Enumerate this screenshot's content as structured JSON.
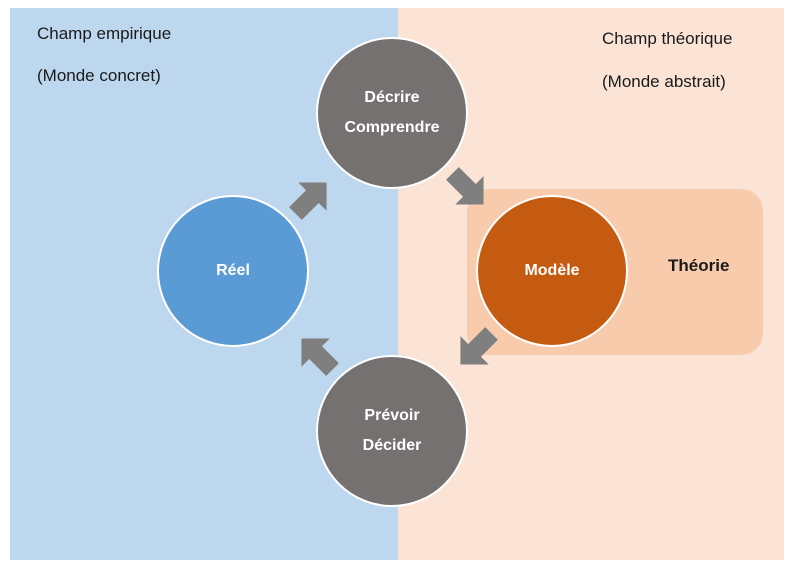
{
  "colors": {
    "empirical_bg": "#bdd7ee",
    "theoretical_bg": "#fbe4d5",
    "theory_box": "#f8cbad",
    "circle_grey": "#767171",
    "circle_blue": "#5b9bd5",
    "circle_orange": "#c55a11",
    "arrow": "#7f7f7f"
  },
  "left_panel": {
    "title": "Champ empirique",
    "subtitle": "(Monde concret)"
  },
  "right_panel": {
    "title": "Champ théorique",
    "subtitle": "(Monde abstrait)"
  },
  "theory": {
    "label": "Théorie"
  },
  "nodes": {
    "decrire": {
      "line1": "Décrire",
      "line2": "Comprendre"
    },
    "reel": {
      "label": "Réel"
    },
    "modele": {
      "label": "Modèle"
    },
    "prevoir": {
      "line1": "Prévoir",
      "line2": "Décider"
    }
  }
}
